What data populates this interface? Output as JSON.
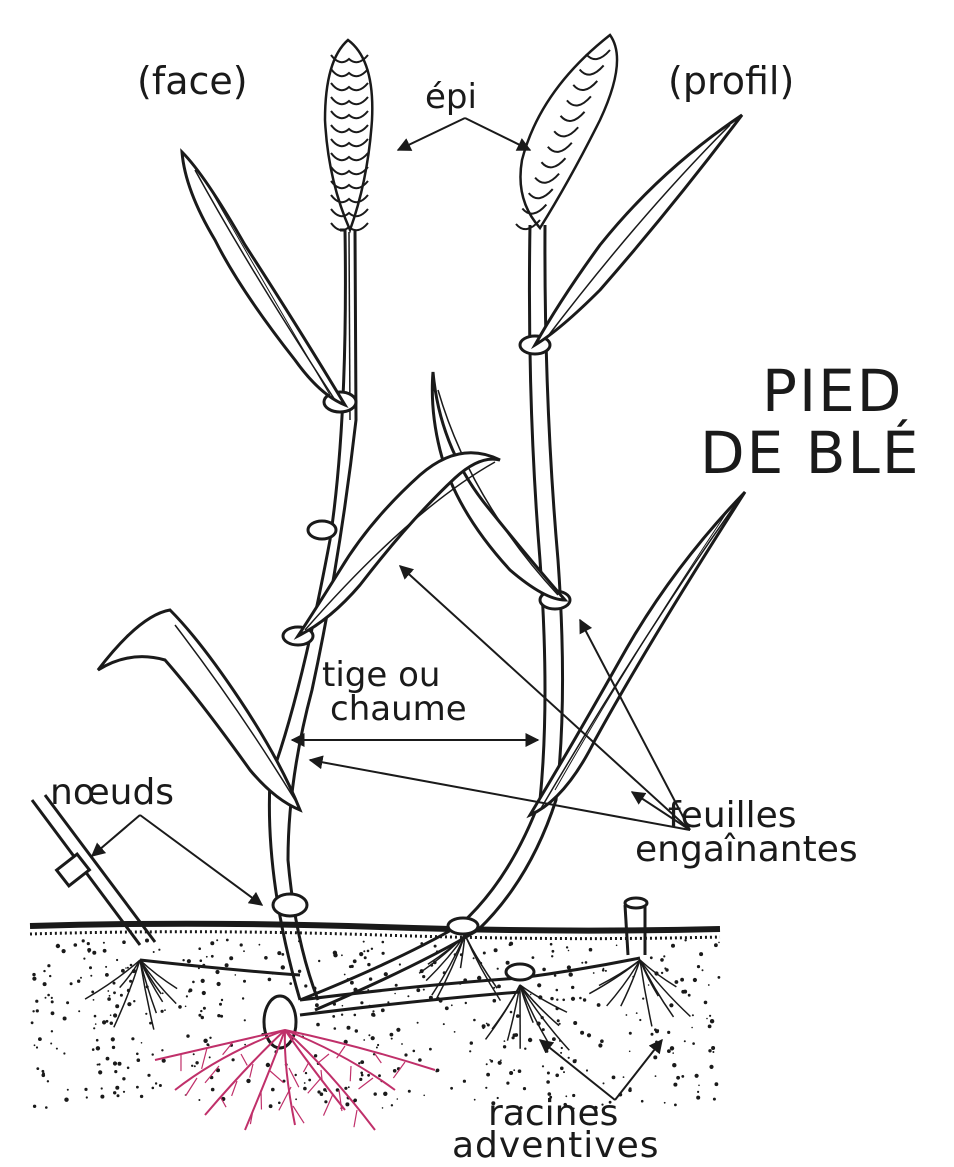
{
  "title": {
    "line1": "PIED",
    "line2": "DE BLÉ"
  },
  "labels": {
    "face": "(face)",
    "profil": "(profil)",
    "epi": "épi",
    "tige_line1": "tige ou",
    "tige_line2": "chaume",
    "noeuds": "nœuds",
    "feuilles_line1": "feuilles",
    "feuilles_line2": "engaînantes",
    "racines_line1": "racines",
    "racines_line2": "adventives"
  },
  "colors": {
    "ink": "#1a1a1a",
    "roots_pink": "#c0306a"
  }
}
